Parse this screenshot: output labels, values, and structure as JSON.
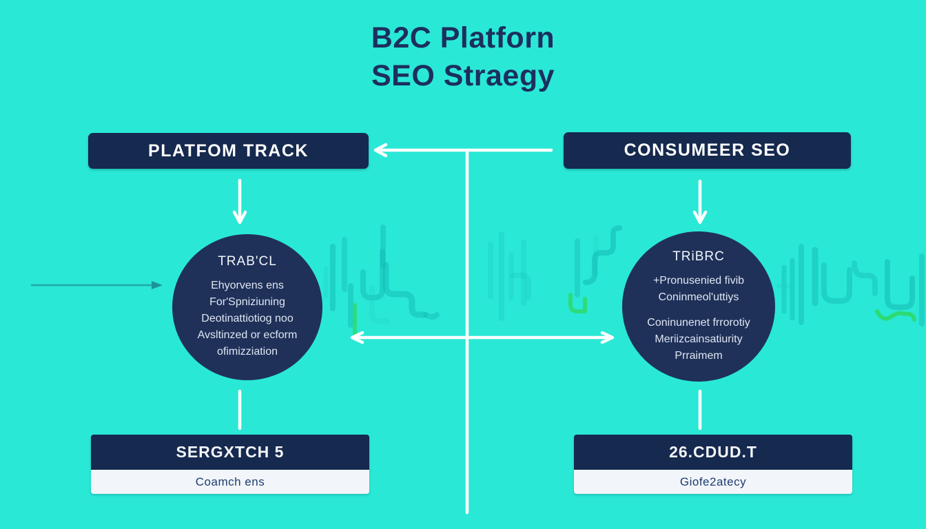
{
  "title": {
    "line1": "B2C Platforn",
    "line2": "SEO Straegy"
  },
  "left_track": {
    "header": "PLATFOM TRACK",
    "circle": {
      "title": "TRAB'CL",
      "lines": [
        "Ehyorvens ens",
        "For'Spniziuning",
        "Deotinattiotiog noo",
        "Avsltinzed or ecform",
        "ofimizziation"
      ]
    },
    "result_box": {
      "header": "SERGXTCH 5",
      "subtext": "Coamch ens"
    }
  },
  "right_track": {
    "header": "CONSUMEER SEO",
    "circle": {
      "title": "TRiBRC",
      "lines": [
        "+Pronusenied fivib",
        "Coninmeol'uttiys",
        "Coninunenet frrorotiy",
        "Meriizcainsatiurity",
        "Prraimem"
      ]
    },
    "result_box": {
      "header": "26.CDUD.T",
      "subtext": "Giofe2atecy"
    }
  },
  "colors": {
    "background": "#2ae8d6",
    "panel_navy": "#16294e",
    "circle_navy": "#1f3159",
    "title_navy": "#1c2f5e",
    "arrow_white": "#ffffff",
    "decor_teal": "#12b9b4",
    "accent_green": "#2fd653"
  }
}
